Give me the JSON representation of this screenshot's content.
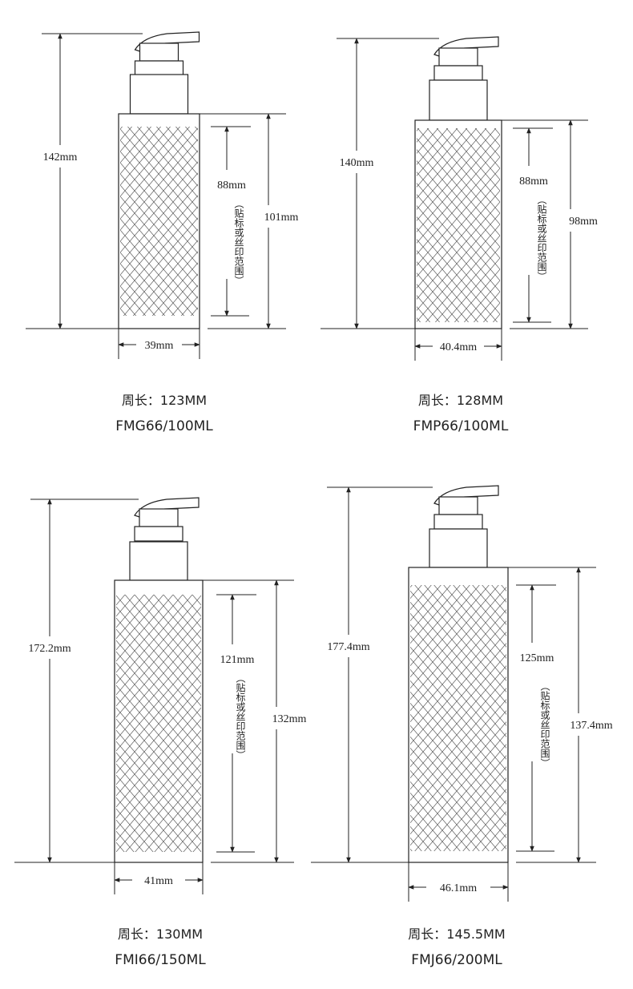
{
  "bottles": [
    {
      "model": "FMG66/100ML",
      "circumference_label": "周长：",
      "circumference_value": "123MM",
      "total_height": "142mm",
      "print_height": "88mm",
      "body_height": "101mm",
      "width": "39mm",
      "print_note": "（贴标或丝印范围）"
    },
    {
      "model": "FMP66/100ML",
      "circumference_label": "周长：",
      "circumference_value": "128MM",
      "total_height": "140mm",
      "print_height": "88mm",
      "body_height": "98mm",
      "width": "40.4mm",
      "print_note": "（贴标或丝印范围）"
    },
    {
      "model": "FMI66/150ML",
      "circumference_label": "周长：",
      "circumference_value": "130MM",
      "total_height": "172.2mm",
      "print_height": "121mm",
      "body_height": "132mm",
      "width": "41mm",
      "print_note": "（贴标或丝印范围）"
    },
    {
      "model": "FMJ66/200ML",
      "circumference_label": "周长：",
      "circumference_value": "145.5MM",
      "total_height": "177.4mm",
      "print_height": "125mm",
      "body_height": "137.4mm",
      "width": "46.1mm",
      "print_note": "（贴标或丝印范围）"
    }
  ]
}
